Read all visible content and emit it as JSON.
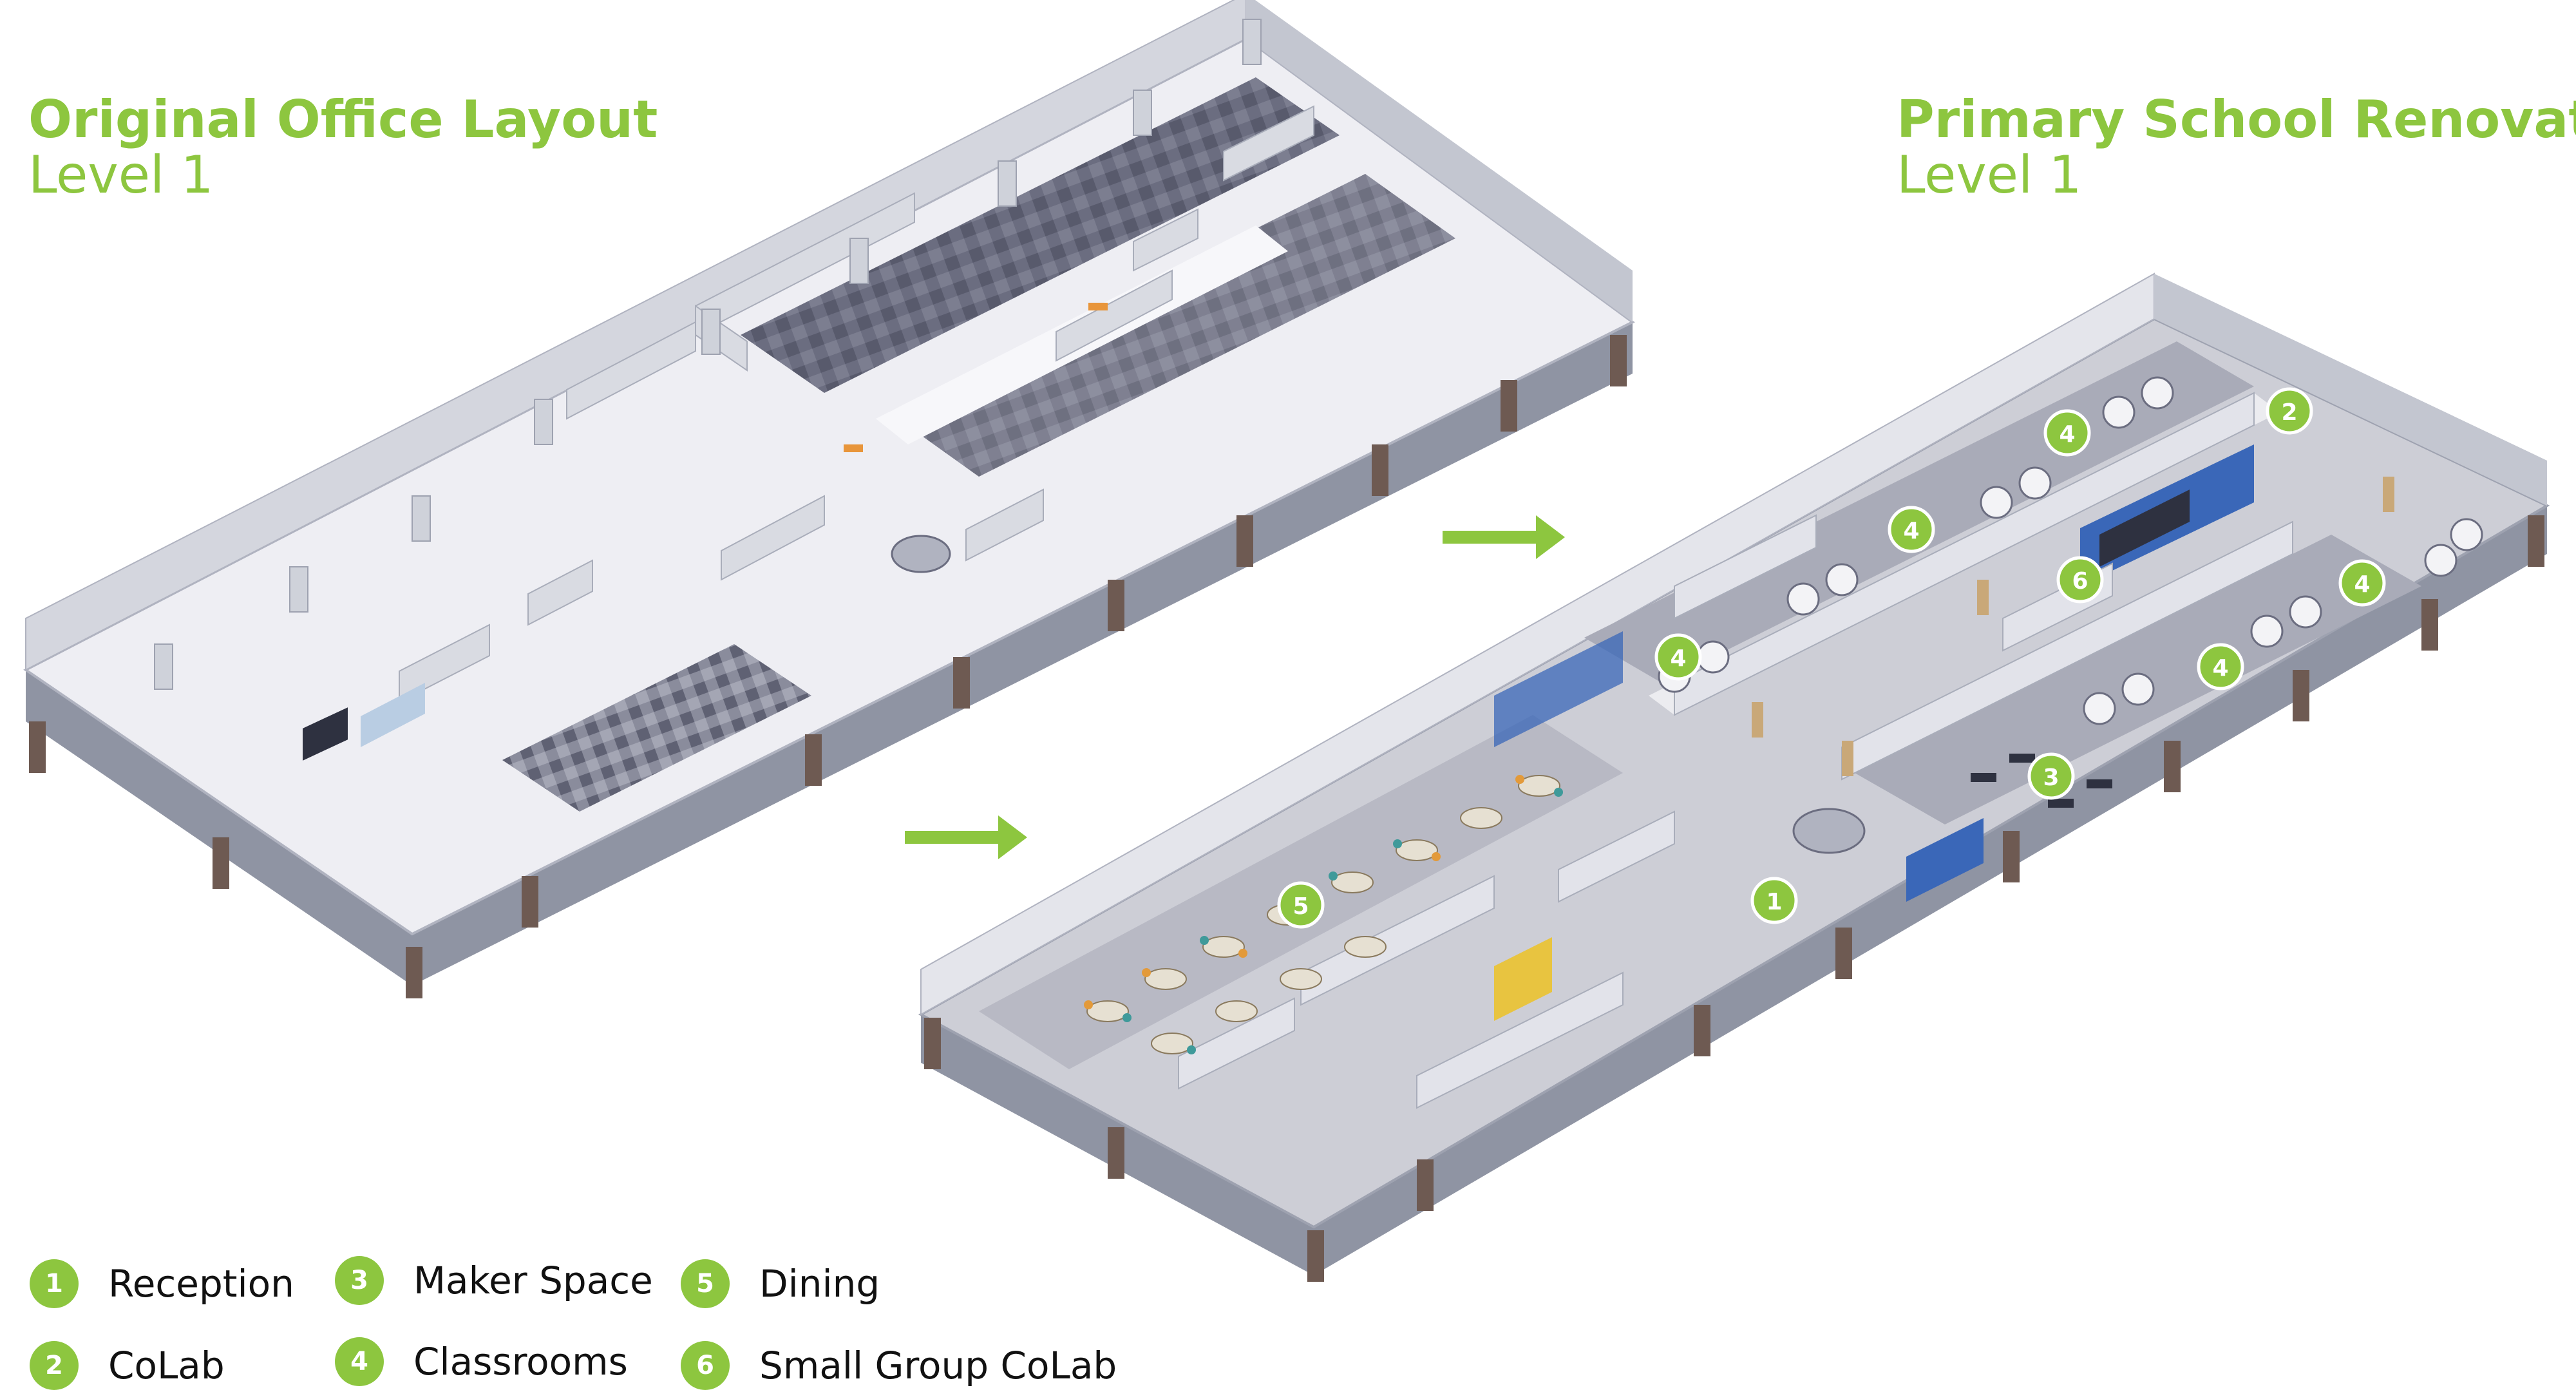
{
  "colors": {
    "accent": "#8dc63f",
    "floor_light": "#eeeef3",
    "floor_dark": "#6b6d80",
    "wall": "#d4d6de",
    "wall_dark": "#9ea2b0",
    "brick": "#6e5a52",
    "glass": "#93a4b8",
    "blue_panel": "#3a67b8",
    "wood": "#c9a878"
  },
  "left_plan": {
    "title": "Original Office Layout",
    "subtitle": "Level 1"
  },
  "right_plan": {
    "title": "Primary School Renovation",
    "subtitle": "Level 1"
  },
  "arrows": [
    "arrow-top",
    "arrow-bottom"
  ],
  "map_badges": [
    {
      "number": "1",
      "room": "reception"
    },
    {
      "number": "2",
      "room": "colab"
    },
    {
      "number": "3",
      "room": "maker-space"
    },
    {
      "number": "4",
      "room": "classroom"
    },
    {
      "number": "4",
      "room": "classroom"
    },
    {
      "number": "4",
      "room": "classroom"
    },
    {
      "number": "4",
      "room": "classroom"
    },
    {
      "number": "4",
      "room": "classroom"
    },
    {
      "number": "5",
      "room": "dining"
    },
    {
      "number": "6",
      "room": "small-group-colab"
    }
  ],
  "legend": [
    {
      "number": "1",
      "label": "Reception"
    },
    {
      "number": "2",
      "label": "CoLab"
    },
    {
      "number": "3",
      "label": "Maker Space"
    },
    {
      "number": "4",
      "label": "Classrooms"
    },
    {
      "number": "5",
      "label": "Dining"
    },
    {
      "number": "6",
      "label": "Small Group CoLab"
    }
  ]
}
